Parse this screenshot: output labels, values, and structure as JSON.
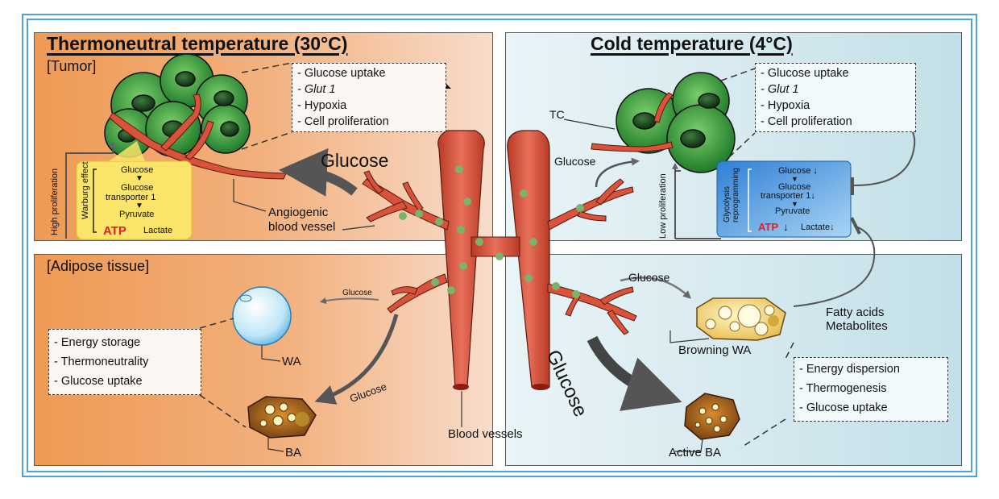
{
  "warm": {
    "title": "Thermoneutral temperature (30°C)",
    "tumor_label": "[Tumor]",
    "adipose_label": "[Adipose tissue]",
    "tumor_box": [
      "- Glucose uptake",
      "- Glut 1",
      "- Hypoxia",
      "- Cell proliferation"
    ],
    "glucose_big": "Glucose",
    "angiogenic": [
      "Angiogenic",
      "blood vessel"
    ],
    "high_prolif": "High proliferation",
    "warburg": "Warburg effect",
    "warburg_steps": {
      "glucose": "Glucose",
      "gt1a": "Glucose",
      "gt1b": "transporter 1",
      "pyruvate": "Pyruvate",
      "atp": "ATP",
      "lactate": "Lactate"
    },
    "adipose_box": [
      "- Energy storage",
      "- Thermoneutrality",
      "- Glucose uptake"
    ],
    "glucose_small": "Glucose",
    "glucose_mid": "Glucose",
    "wa": "WA",
    "ba": "BA"
  },
  "cold": {
    "title": "Cold temperature (4°C)",
    "tc": "TC",
    "tumor_box": [
      "- Glucose uptake",
      "- Glut 1",
      "- Hypoxia",
      "- Cell proliferation"
    ],
    "glucose_tumor": "Glucose",
    "low_prolif": "Low proliferation",
    "glyco": [
      "Glycolysis",
      "reprogramming"
    ],
    "glyco_steps": {
      "glucose": "Glucose ↓",
      "gt1a": "Glucose",
      "gt1b": "transporter 1↓",
      "pyruvate": "Pyruvate",
      "atp": "ATP",
      "atp_arrow": "↓",
      "lactate": "Lactate↓"
    },
    "glucose_adip": "Glucose",
    "fatty": [
      "Fatty acids",
      "Metabolites"
    ],
    "browning": "Browning WA",
    "glucose_big": "Glucose",
    "adipose_box": [
      "- Energy dispersion",
      "- Thermogenesis",
      "- Glucose uptake"
    ],
    "active_ba": "Active BA"
  },
  "blood_vessels": "Blood vessels",
  "colors": {
    "frame": "#4aa3df",
    "vessel": "#d9533b",
    "cell": "#3a9d3a",
    "atp": "#e02020"
  }
}
